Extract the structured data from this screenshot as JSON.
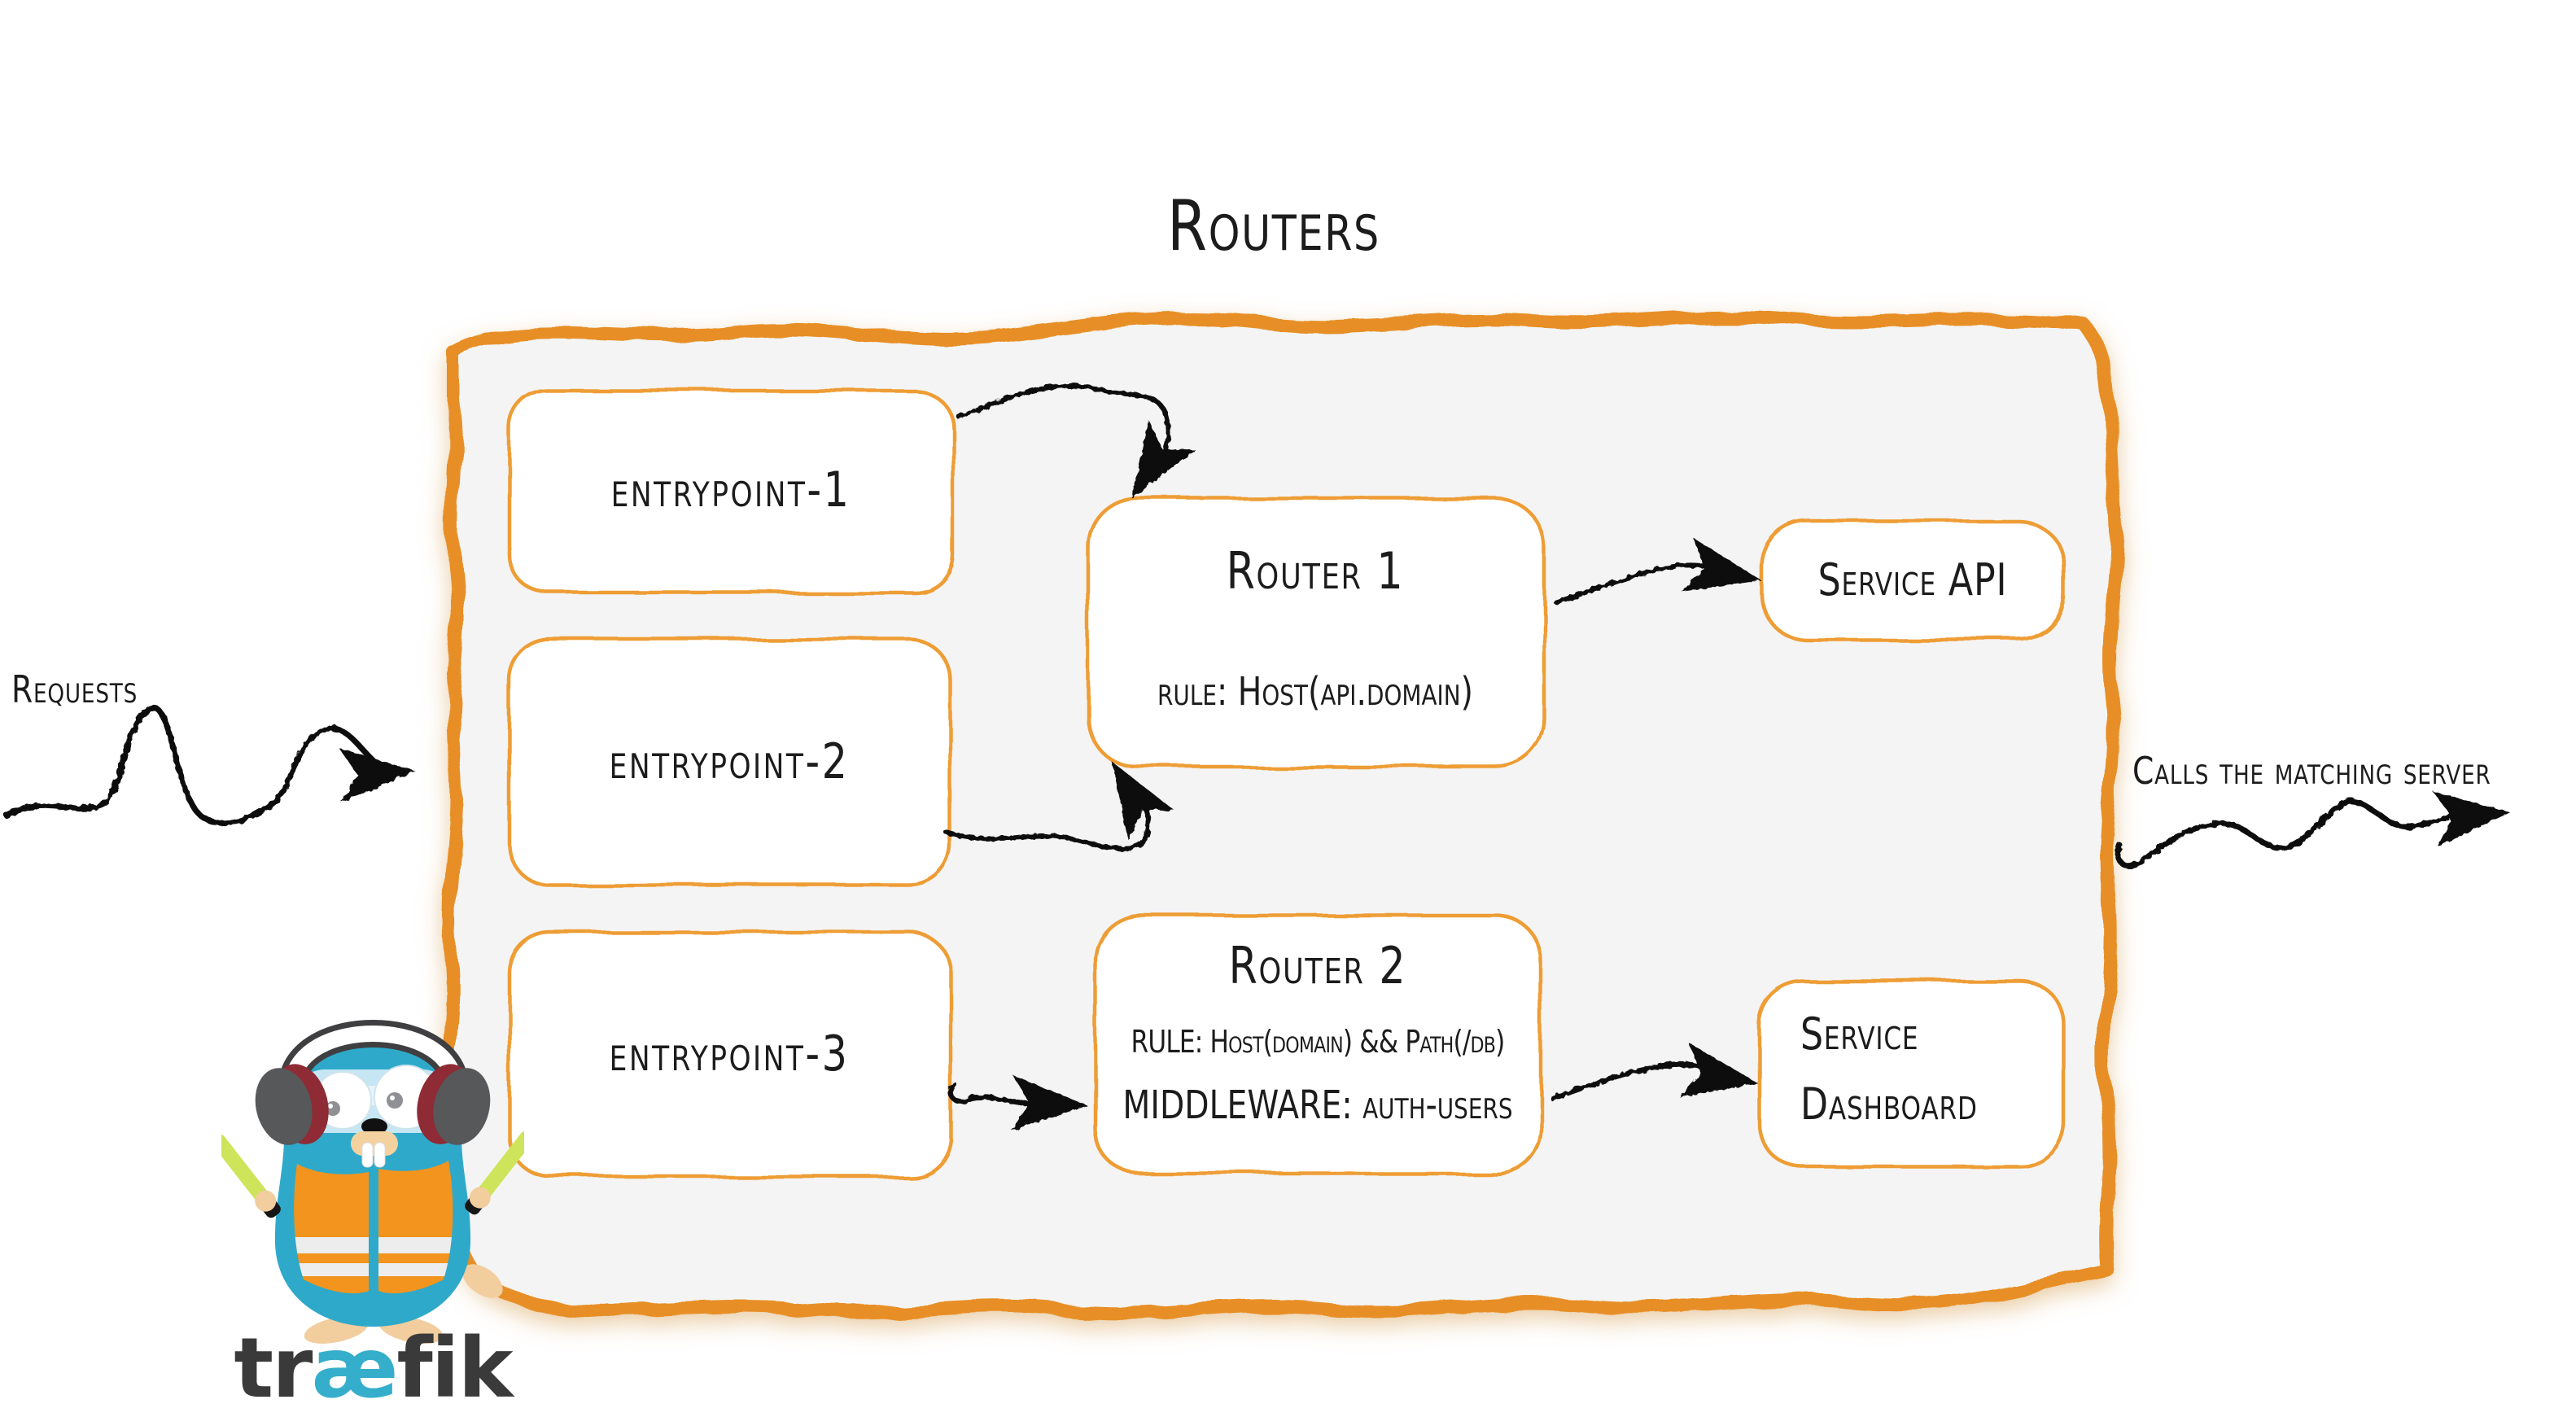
{
  "title": "Routers",
  "side_labels": {
    "requests": "Requests",
    "calls": "Calls the matching server"
  },
  "entrypoints": [
    {
      "label": "entrypoint-1"
    },
    {
      "label": "entrypoint-2"
    },
    {
      "label": "entrypoint-3"
    }
  ],
  "routers": [
    {
      "title": "Router 1",
      "rule": "rule: Host(api.domain)"
    },
    {
      "title": "Router 2",
      "rule": "RULE: Host(domain) && Path(/db)",
      "middleware": "MIDDLEWARE: auth-users"
    }
  ],
  "services": [
    {
      "label": "Service API"
    },
    {
      "label_line1": "Service",
      "label_line2": "Dashboard"
    }
  ],
  "logo": {
    "wordmark_part1": "tr",
    "wordmark_part2": "æ",
    "wordmark_part3": "fik",
    "mascot": "traefik-gopher"
  },
  "colors": {
    "panel_border_orange": "#E78F28",
    "box_border_orange": "#EE9D36",
    "panel_background": "#F4F4F4",
    "ink_black": "#1C1C1C",
    "gopher_teal": "#2FA9CA",
    "wordmark_dark": "#3A3A3A",
    "wordmark_teal": "#35AECB",
    "vest_orange": "#F2941D",
    "baton_green": "#CDE45B"
  }
}
